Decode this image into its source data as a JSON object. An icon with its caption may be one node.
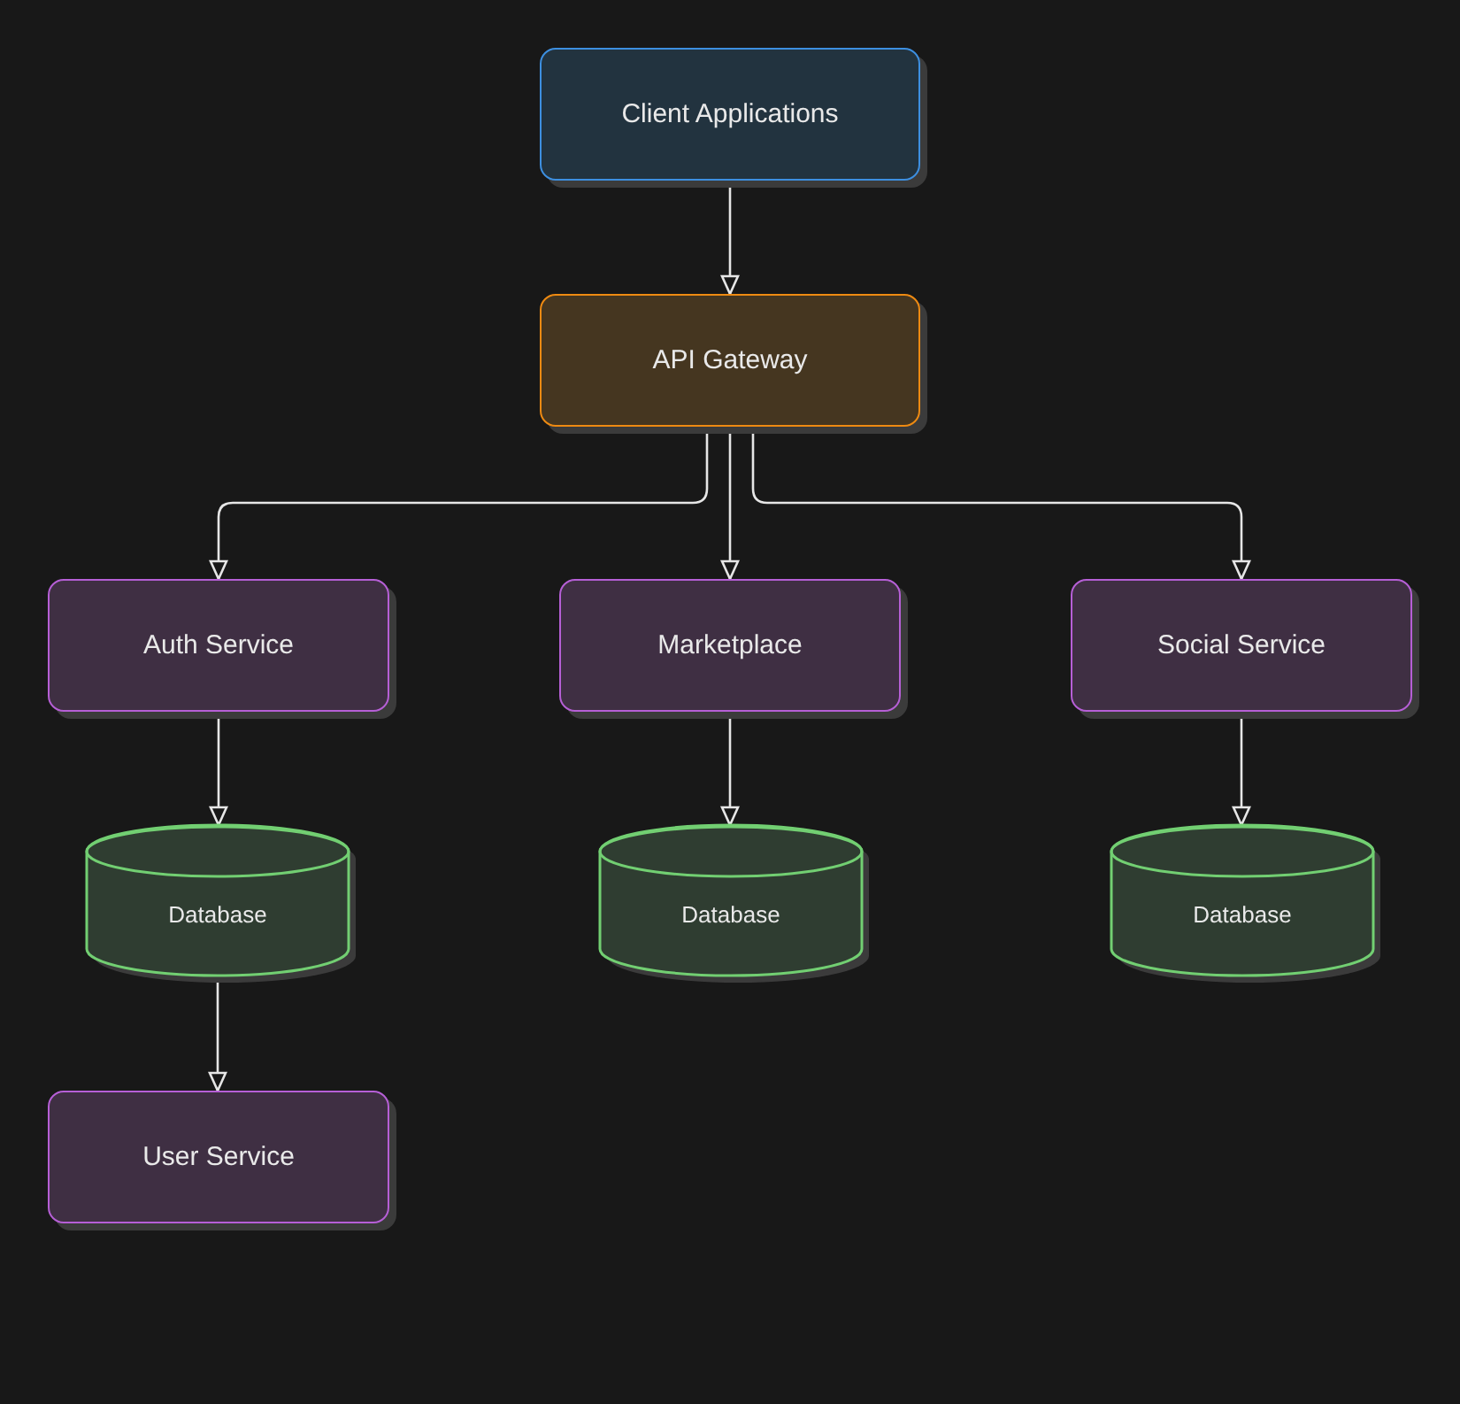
{
  "diagram": {
    "nodes": [
      {
        "text": [
          "Client Applications"
        ]
      },
      {
        "text": [
          "API Gateway"
        ]
      },
      {
        "text": [
          "Auth Service"
        ]
      },
      {
        "text": [
          "Marketplace"
        ]
      },
      {
        "text": [
          "Social Service"
        ]
      },
      {
        "text": [
          "Database"
        ]
      },
      {
        "text": [
          "Database"
        ]
      },
      {
        "text": [
          "Database"
        ]
      },
      {
        "text": [
          "User Service"
        ]
      }
    ],
    "edges": [
      {
        "from": 0,
        "to": 1,
        "arrow": "to"
      },
      {
        "from": 1,
        "to": 2,
        "arrow": "to"
      },
      {
        "from": 1,
        "to": 3,
        "arrow": "to"
      },
      {
        "from": 1,
        "to": 4,
        "arrow": "to"
      },
      {
        "from": 2,
        "to": 5,
        "arrow": "to"
      },
      {
        "from": 3,
        "to": 6,
        "arrow": "to"
      },
      {
        "from": 4,
        "to": 7,
        "arrow": "to"
      },
      {
        "from": 5,
        "to": 8,
        "arrow": "to"
      }
    ]
  }
}
